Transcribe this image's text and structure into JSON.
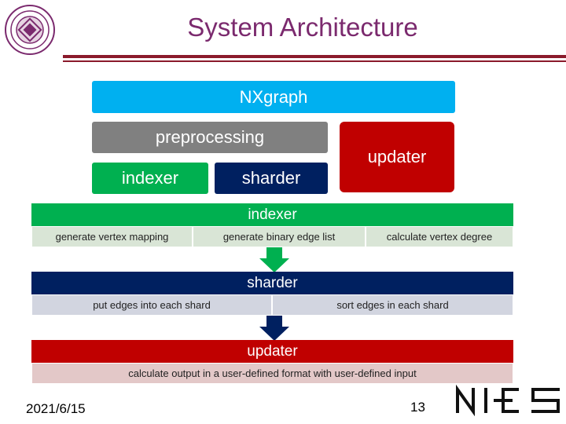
{
  "slide": {
    "title": "System Architecture",
    "date": "2021/6/15",
    "page_number": "13"
  },
  "logos": {
    "university_seal": "university-seal",
    "lab_logo_text": "NICS"
  },
  "top_diagram": {
    "nxgraph": "NXgraph",
    "preprocessing": "preprocessing",
    "indexer": "indexer",
    "sharder": "sharder",
    "updater": "updater"
  },
  "pipeline": {
    "indexer": {
      "title": "indexer",
      "steps": [
        "generate vertex mapping",
        "generate binary edge list",
        "calculate vertex degree"
      ]
    },
    "sharder": {
      "title": "sharder",
      "steps": [
        "put edges into each shard",
        "sort edges in each shard"
      ]
    },
    "updater": {
      "title": "updater",
      "steps": [
        "calculate output in a user-defined format with user-defined input"
      ]
    }
  },
  "colors": {
    "title": "#7b2a6e",
    "rule": "#8b1a2b",
    "nxgraph": "#00b0f0",
    "preprocessing": "#808080",
    "indexer": "#00b050",
    "sharder": "#002060",
    "updater": "#c00000"
  }
}
